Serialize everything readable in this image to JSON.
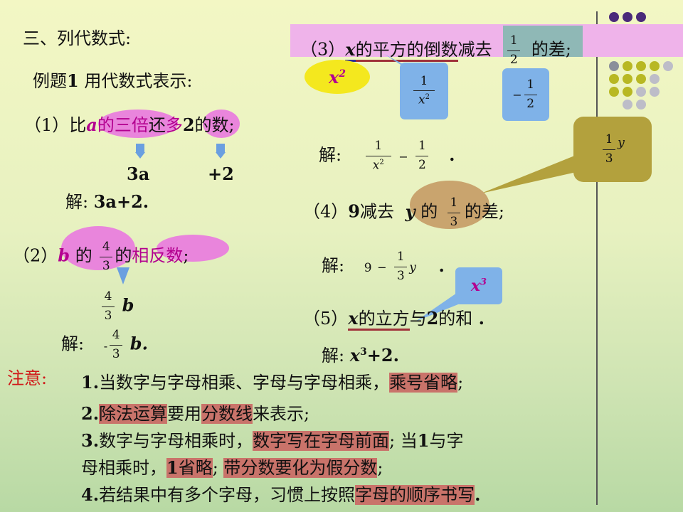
{
  "section_title": "三、列代数式:",
  "example_title": {
    "prefix": "例题",
    "num": "1",
    "rest": " 用代数式表示:"
  },
  "q1": {
    "label": "（1）",
    "t1": "比",
    "var": "a",
    "t2": "的三倍",
    "t3": "还",
    "t4": "多",
    "num": "2",
    "t5": "的数;",
    "ans_3a": "3a",
    "ans_plus2": "+2",
    "sol_label": "解:",
    "sol": "3a+2."
  },
  "q2": {
    "label": "（2）",
    "var": "b",
    "t1": " 的 ",
    "frac_num": "4",
    "frac_den": "3",
    "t2": "的",
    "t3": "相反数",
    "t4": ";",
    "mid_num": "4",
    "mid_den": "3",
    "mid_var": "b",
    "sol_label": "解:",
    "sol_minus": "-",
    "sol_num": "4",
    "sol_den": "3",
    "sol_var": "b."
  },
  "q3": {
    "label": "（3）",
    "var": "x",
    "t1": "的平方的倒数",
    "t2": "减去",
    "frac_num": "1",
    "frac_den": "2",
    "t3": "的差;",
    "bubble_x2": "x",
    "bubble_x2_sup": "2",
    "bubble_inv_num": "1",
    "bubble_inv_den": "x",
    "bubble_inv_sup": "2",
    "bubble_minus": "−",
    "bubble_half_num": "1",
    "bubble_half_den": "2",
    "sol_label": "解:",
    "sol_num1": "1",
    "sol_den1": "x",
    "sol_den1_sup": "2",
    "sol_minus": "−",
    "sol_num2": "1",
    "sol_den2": "2",
    "sol_dot": "."
  },
  "q4": {
    "label": "（4）",
    "num": "9",
    "t1": "减去",
    "var": "y",
    "t2": "的",
    "frac_num": "1",
    "frac_den": "3",
    "t3": "的差;",
    "bubble_num": "1",
    "bubble_den": "3",
    "bubble_var": "y",
    "sol_label": "解:",
    "sol_9": "9",
    "sol_minus": "−",
    "sol_num": "1",
    "sol_den": "3",
    "sol_var": "y",
    "sol_dot": "."
  },
  "q5": {
    "label": "（5）",
    "var": "x",
    "t1": "的立方",
    "t2": "与",
    "num": "2",
    "t3": "的和",
    "t4": " .",
    "bubble": "x",
    "bubble_sup": "3",
    "sol_label": "解:",
    "sol_x": "x",
    "sol_sup": "3",
    "sol_rest": "+2."
  },
  "notes": {
    "label": "注意:",
    "n1_num": "1.",
    "n1_a": "当数字与字母相乘、字母与字母相乘，",
    "n1_hl": "乘号省略",
    "n1_end": ";",
    "n2_num": "2.",
    "n2_hl1": "除法运算",
    "n2_a": "要用",
    "n2_hl2": "分数线",
    "n2_b": "来表示;",
    "n3_num": "3.",
    "n3_a": "数字与字母相乘时，",
    "n3_hl": "数字写在字母前面",
    "n3_b": ";  当",
    "n3_1": "1",
    "n3_c": "与字",
    "n3_line2_a": "母相乘时，",
    "n3_hl2_num": "1",
    "n3_hl2": "省略",
    "n3_line2_b": ";  ",
    "n3_hl3": "带分数要化为假分数",
    "n3_line2_c": ";",
    "n4_num": "4.",
    "n4_a": "若结果中有多个字母，习惯上按照",
    "n4_hl": "字母的顺序书写",
    "n4_end": "."
  },
  "colors": {
    "dot_purple": "#4a2a7a",
    "dot_olive": "#b8b823",
    "dot_gray": "#bdbdc8",
    "pink": "#e985dc",
    "blue": "#7fb2e8",
    "olive_bubble": "#b3a13d",
    "yellow": "#f4e81e",
    "highlight": "#c9736a"
  }
}
